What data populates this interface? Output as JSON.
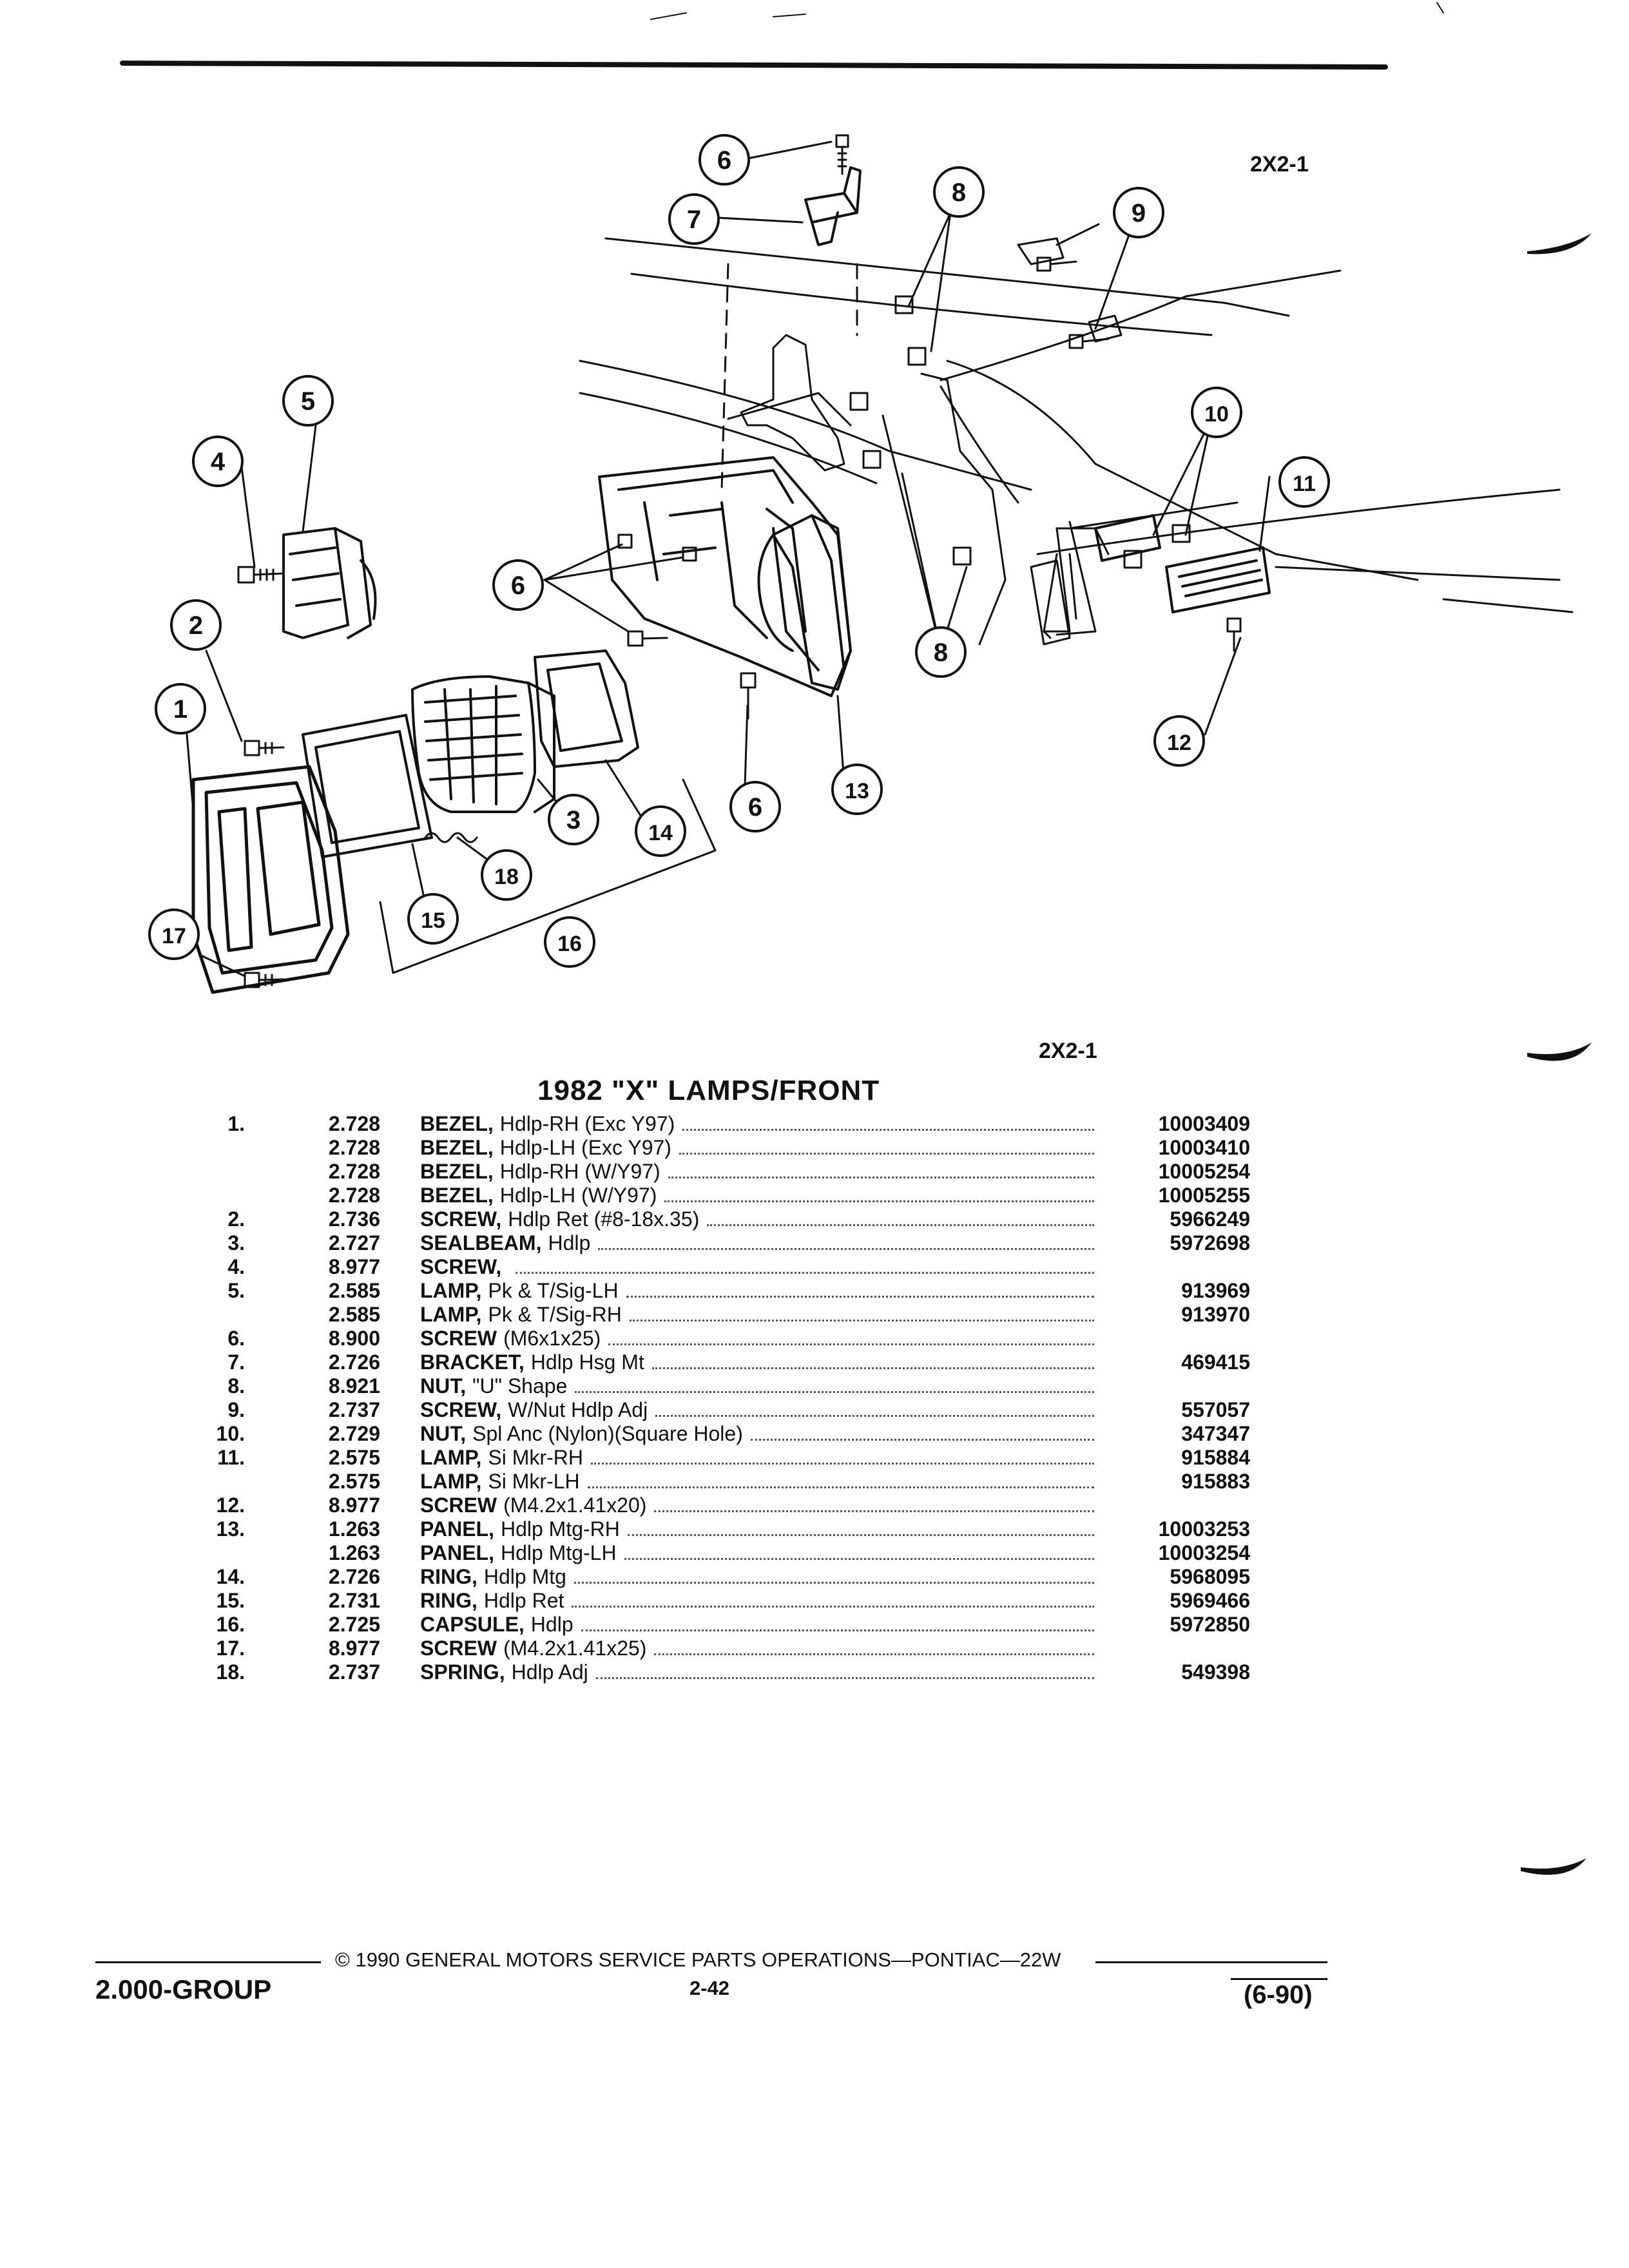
{
  "figure_code_top": "2X2-1",
  "figure_code_mid": "2X2-1",
  "title": "1982 \"X\" LAMPS/FRONT",
  "callouts": [
    "1",
    "2",
    "3",
    "4",
    "5",
    "6",
    "6",
    "6",
    "7",
    "8",
    "8",
    "9",
    "10",
    "11",
    "12",
    "13",
    "14",
    "15",
    "16",
    "17",
    "18"
  ],
  "parts": [
    {
      "ref": "1.",
      "group": "2.728",
      "name": "BEZEL,",
      "spec": "Hdlp-RH (Exc Y97)",
      "part": "10003409"
    },
    {
      "ref": "",
      "group": "2.728",
      "name": "BEZEL,",
      "spec": "Hdlp-LH (Exc Y97)",
      "part": "10003410"
    },
    {
      "ref": "",
      "group": "2.728",
      "name": "BEZEL,",
      "spec": "Hdlp-RH (W/Y97)",
      "part": "10005254"
    },
    {
      "ref": "",
      "group": "2.728",
      "name": "BEZEL,",
      "spec": "Hdlp-LH (W/Y97)",
      "part": "10005255"
    },
    {
      "ref": "2.",
      "group": "2.736",
      "name": "SCREW,",
      "spec": "Hdlp Ret (#8-18x.35)",
      "part": "5966249"
    },
    {
      "ref": "3.",
      "group": "2.727",
      "name": "SEALBEAM,",
      "spec": "Hdlp",
      "part": "5972698"
    },
    {
      "ref": "4.",
      "group": "8.977",
      "name": "SCREW,",
      "spec": "",
      "part": ""
    },
    {
      "ref": "5.",
      "group": "2.585",
      "name": "LAMP,",
      "spec": "Pk & T/Sig-LH",
      "part": "913969"
    },
    {
      "ref": "",
      "group": "2.585",
      "name": "LAMP,",
      "spec": "Pk & T/Sig-RH",
      "part": "913970"
    },
    {
      "ref": "6.",
      "group": "8.900",
      "name": "SCREW",
      "spec": "(M6x1x25)",
      "part": ""
    },
    {
      "ref": "7.",
      "group": "2.726",
      "name": "BRACKET,",
      "spec": "Hdlp Hsg Mt",
      "part": "469415"
    },
    {
      "ref": "8.",
      "group": "8.921",
      "name": "NUT,",
      "spec": "\"U\" Shape",
      "part": ""
    },
    {
      "ref": "9.",
      "group": "2.737",
      "name": "SCREW,",
      "spec": "W/Nut Hdlp Adj",
      "part": "557057"
    },
    {
      "ref": "10.",
      "group": "2.729",
      "name": "NUT,",
      "spec": "Spl Anc (Nylon)(Square Hole)",
      "part": "347347"
    },
    {
      "ref": "11.",
      "group": "2.575",
      "name": "LAMP,",
      "spec": "Si Mkr-RH",
      "part": "915884"
    },
    {
      "ref": "",
      "group": "2.575",
      "name": "LAMP,",
      "spec": "Si Mkr-LH",
      "part": "915883"
    },
    {
      "ref": "12.",
      "group": "8.977",
      "name": "SCREW",
      "spec": "(M4.2x1.41x20)",
      "part": ""
    },
    {
      "ref": "13.",
      "group": "1.263",
      "name": "PANEL,",
      "spec": "Hdlp Mtg-RH",
      "part": "10003253"
    },
    {
      "ref": "",
      "group": "1.263",
      "name": "PANEL,",
      "spec": "Hdlp Mtg-LH",
      "part": "10003254"
    },
    {
      "ref": "14.",
      "group": "2.726",
      "name": "RING,",
      "spec": "Hdlp Mtg",
      "part": "5968095"
    },
    {
      "ref": "15.",
      "group": "2.731",
      "name": "RING,",
      "spec": "Hdlp Ret",
      "part": "5969466"
    },
    {
      "ref": "16.",
      "group": "2.725",
      "name": "CAPSULE,",
      "spec": "Hdlp",
      "part": "5972850"
    },
    {
      "ref": "17.",
      "group": "8.977",
      "name": "SCREW",
      "spec": "(M4.2x1.41x25)",
      "part": ""
    },
    {
      "ref": "18.",
      "group": "2.737",
      "name": "SPRING,",
      "spec": "Hdlp Adj",
      "part": "549398"
    }
  ],
  "footer": {
    "group_label": "2.000-GROUP",
    "copyright": "© 1990 GENERAL MOTORS SERVICE PARTS OPERATIONS—PONTIAC—22W",
    "page": "2-42",
    "date": "(6-90)"
  }
}
